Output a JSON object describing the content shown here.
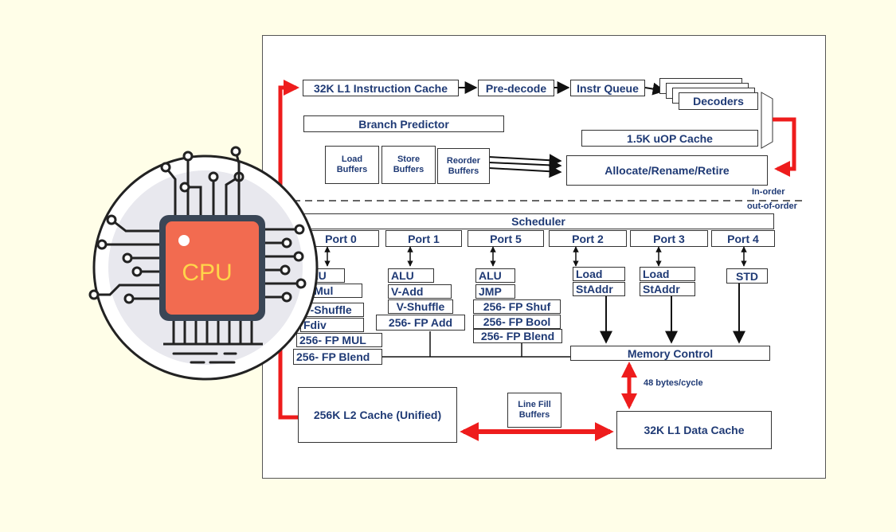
{
  "front_end": {
    "l1_icache": "32K L1 Instruction Cache",
    "predecode": "Pre-decode",
    "instr_queue": "Instr Queue",
    "decoders": "Decoders",
    "branch_predictor": "Branch Predictor",
    "uop_cache": "1.5K uOP Cache"
  },
  "buffers": {
    "load": "Load Buffers",
    "store": "Store Buffers",
    "reorder": "Reorder Buffers"
  },
  "allocate": "Allocate/Rename/Retire",
  "order": {
    "in_order": "In-order",
    "out_of_order": "out-of-order"
  },
  "scheduler": "Scheduler",
  "ports": [
    {
      "label": "Port 0",
      "units": [
        "ALU",
        "V-Mul",
        "V-Shuffle",
        "Fdiv",
        "256- FP MUL",
        "256- FP Blend"
      ]
    },
    {
      "label": "Port 1",
      "units": [
        "ALU",
        "V-Add",
        "V-Shuffle",
        "256- FP Add"
      ]
    },
    {
      "label": "Port 5",
      "units": [
        "ALU",
        "JMP",
        "256- FP Shuf",
        "256- FP Bool",
        "256- FP Blend"
      ]
    },
    {
      "label": "Port 2",
      "units": [
        "Load",
        "StAddr"
      ]
    },
    {
      "label": "Port 3",
      "units": [
        "Load",
        "StAddr"
      ]
    },
    {
      "label": "Port 4",
      "units": [
        "STD"
      ]
    }
  ],
  "memory_control": "Memory Control",
  "bandwidth": "48 bytes/cycle",
  "l2_cache": "256K L2 Cache (Unified)",
  "line_fill": "Line Fill Buffers",
  "l1_dcache": "32K L1 Data Cache",
  "cpu_label": "CPU",
  "colors": {
    "accent_red": "#ee1c1c",
    "text_blue": "#1f3a75",
    "chip": "#f26b50",
    "chip_text": "#ffd54a",
    "background": "#fffee8"
  }
}
